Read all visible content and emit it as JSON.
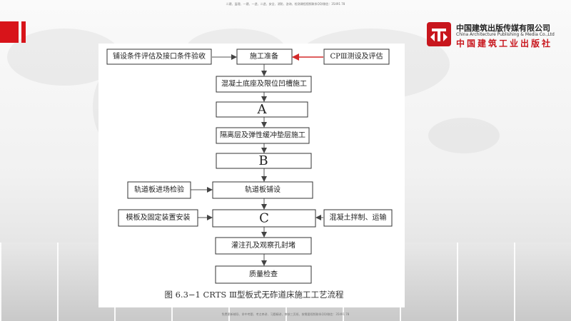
{
  "header_text": "二建、监理、一建、一造、二造、安全、消防、咨询、检测课程视频联系QQ/微信：35491 78",
  "footer_text": "免费更新辅导、命中考题、考点串讲、习题精讲、审核三页纸、按需要视频联系QQ/微信：35491 78",
  "publisher": {
    "name_cn": "中国建筑出版传媒有限公司",
    "name_en": "China Architecture Publishing & Media Co.,Ltd",
    "name_cn_stylized": "中国建筑工业出版社"
  },
  "flowchart": {
    "main_steps": [
      {
        "id": "prep",
        "label": "施工准备"
      },
      {
        "id": "base",
        "label": "混凝土底座及限位凹槽施工"
      },
      {
        "id": "A",
        "label": "A"
      },
      {
        "id": "iso",
        "label": "隔离层及弹性缓冲垫层施工"
      },
      {
        "id": "B",
        "label": "B"
      },
      {
        "id": "slab",
        "label": "轨道板铺设"
      },
      {
        "id": "C",
        "label": "C"
      },
      {
        "id": "grout",
        "label": "灌注孔及观察孔封堵"
      },
      {
        "id": "qc",
        "label": "质量检查"
      }
    ],
    "side_inputs": [
      {
        "id": "survey",
        "label": "铺设条件评估及接口条件验收",
        "target": "prep",
        "side": "left"
      },
      {
        "id": "cp3",
        "label": "CPⅢ测设及评估",
        "target": "prep",
        "side": "right",
        "arrow_color": "#d42a2a"
      },
      {
        "id": "slab_in",
        "label": "轨道板进场检验",
        "target": "slab",
        "side": "left"
      },
      {
        "id": "formwork",
        "label": "模板及固定装置安装",
        "target": "C",
        "side": "left"
      },
      {
        "id": "concrete",
        "label": "混凝土拌制、运输",
        "target": "C",
        "side": "right"
      }
    ],
    "caption": "图 6.3−1    CRTS Ⅲ型板式无砟道床施工工艺流程"
  },
  "colors": {
    "accent_red": "#d8141a",
    "arrow_red": "#d42a2a"
  }
}
